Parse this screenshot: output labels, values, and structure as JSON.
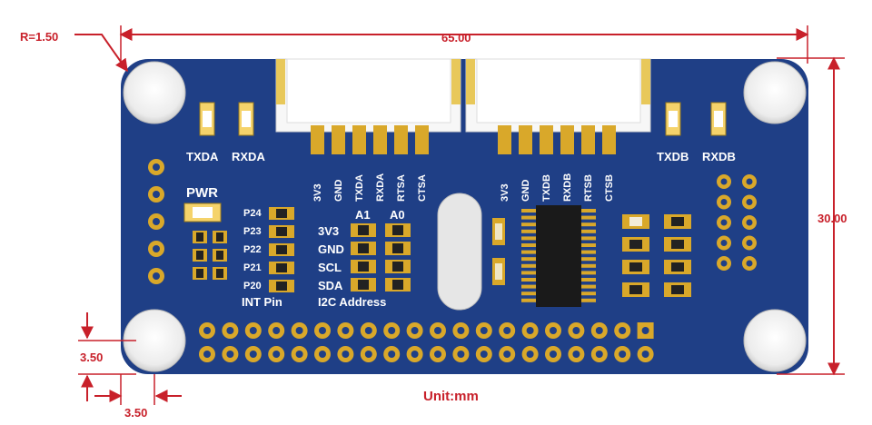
{
  "dimensions": {
    "radius": "R=1.50",
    "width": "65.00",
    "height": "30.00",
    "hole_offset_y": "3.50",
    "hole_offset_x": "3.50",
    "unit": "Unit:mm"
  },
  "board": {
    "uart_a_leds": [
      "TXDA",
      "RXDA"
    ],
    "uart_b_leds": [
      "TXDB",
      "RXDB"
    ],
    "power_label": "PWR",
    "header_a_pins": [
      "3V3",
      "GND",
      "TXDA",
      "RXDA",
      "RTSA",
      "CTSA"
    ],
    "header_b_pins": [
      "3V3",
      "GND",
      "TXDB",
      "RXDB",
      "RTSB",
      "CTSB"
    ],
    "int_pins": [
      "P24",
      "P23",
      "P22",
      "P21",
      "P20"
    ],
    "int_title": "INT Pin",
    "i2c_cols": [
      "A1",
      "A0"
    ],
    "i2c_rows": [
      "3V3",
      "GND",
      "SCL",
      "SDA"
    ],
    "i2c_title": "I2C Address"
  },
  "colors": {
    "board": "#1f3f86",
    "gold": "#d9a82a",
    "dimension": "#c8202a"
  }
}
